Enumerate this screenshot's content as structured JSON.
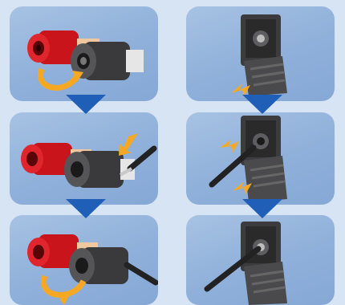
{
  "page": {
    "background_color": "#d6e4f3",
    "panel_color": "#96b5dd",
    "arrow_color": "#1f5fb8",
    "pointer_color": "#f6a823"
  },
  "columns": [
    {
      "name": "binding-post-steps",
      "steps": [
        {
          "icon": "binding-post-unscrew"
        },
        {
          "icon": "binding-post-insert-wire"
        },
        {
          "icon": "binding-post-tighten"
        }
      ]
    },
    {
      "name": "spring-clip-steps",
      "steps": [
        {
          "icon": "spring-clip-press-lever"
        },
        {
          "icon": "spring-clip-insert-wire"
        },
        {
          "icon": "spring-clip-release"
        }
      ]
    }
  ]
}
